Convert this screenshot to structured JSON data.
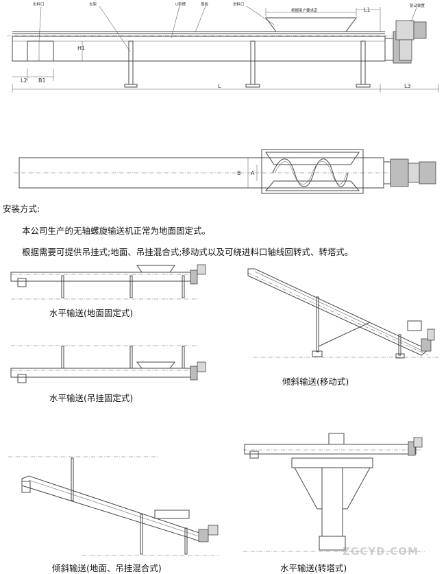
{
  "drawing_labels": {
    "outlet": "出料口",
    "support": "支架",
    "u_trough": "U型槽",
    "cover": "盖板",
    "inlet": "进料口",
    "inlet_note": "根据用户要求定",
    "drive": "驱动装置"
  },
  "dimensions": {
    "l1": "L1",
    "l2": "L2",
    "l3": "L3",
    "l": "L",
    "b1": "B1",
    "h1": "H1",
    "b": "B",
    "a": "A"
  },
  "section": {
    "heading": "安装方式:",
    "line1": "本公司生产的无轴螺旋输送机正常为地面固定式。",
    "line2": "根据需要可提供吊挂式;地面、吊挂混合式;移动式以及可绕进料口轴线回转式、转塔式。"
  },
  "captions": {
    "c1": "水平输送(地面固定式)",
    "c2": "倾斜输送(移动式)",
    "c3": "水平输送(吊挂固定式)",
    "c4": "倾斜输送(地面、吊挂混合式)",
    "c5": "水平输送(转塔式)"
  },
  "watermark": "ZGCYD.COM"
}
